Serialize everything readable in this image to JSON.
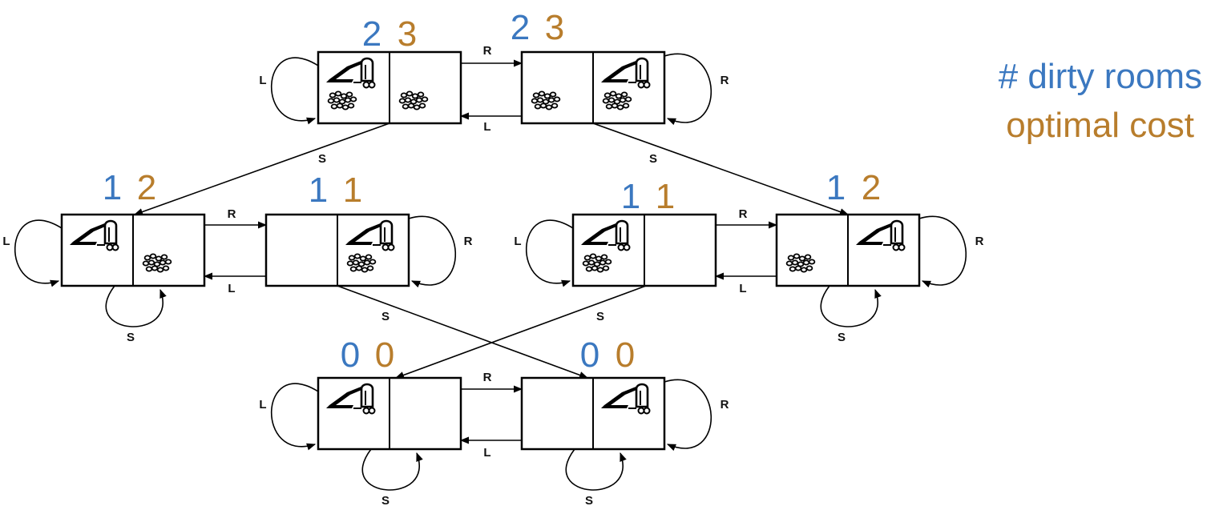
{
  "colors": {
    "dirty_rooms": "#3b78c0",
    "optimal_cost": "#b87d2c",
    "line": "#000000"
  },
  "legend": {
    "dirty_rooms": "# dirty rooms",
    "optimal_cost": "optimal cost"
  },
  "states": [
    {
      "id": "s1",
      "vacuum": "left",
      "dirt_left": true,
      "dirt_right": true,
      "dirty_rooms": "2",
      "optimal_cost": "3"
    },
    {
      "id": "s2",
      "vacuum": "right",
      "dirt_left": true,
      "dirt_right": true,
      "dirty_rooms": "2",
      "optimal_cost": "3"
    },
    {
      "id": "s3",
      "vacuum": "left",
      "dirt_left": false,
      "dirt_right": true,
      "dirty_rooms": "1",
      "optimal_cost": "2"
    },
    {
      "id": "s4",
      "vacuum": "right",
      "dirt_left": false,
      "dirt_right": true,
      "dirty_rooms": "1",
      "optimal_cost": "1"
    },
    {
      "id": "s5",
      "vacuum": "left",
      "dirt_left": true,
      "dirt_right": false,
      "dirty_rooms": "1",
      "optimal_cost": "1"
    },
    {
      "id": "s6",
      "vacuum": "right",
      "dirt_left": true,
      "dirt_right": false,
      "dirty_rooms": "1",
      "optimal_cost": "2"
    },
    {
      "id": "s7",
      "vacuum": "left",
      "dirt_left": false,
      "dirt_right": false,
      "dirty_rooms": "0",
      "optimal_cost": "0"
    },
    {
      "id": "s8",
      "vacuum": "right",
      "dirt_left": false,
      "dirt_right": false,
      "dirty_rooms": "0",
      "optimal_cost": "0"
    }
  ],
  "actions": {
    "left": "L",
    "right": "R",
    "suck": "S"
  }
}
